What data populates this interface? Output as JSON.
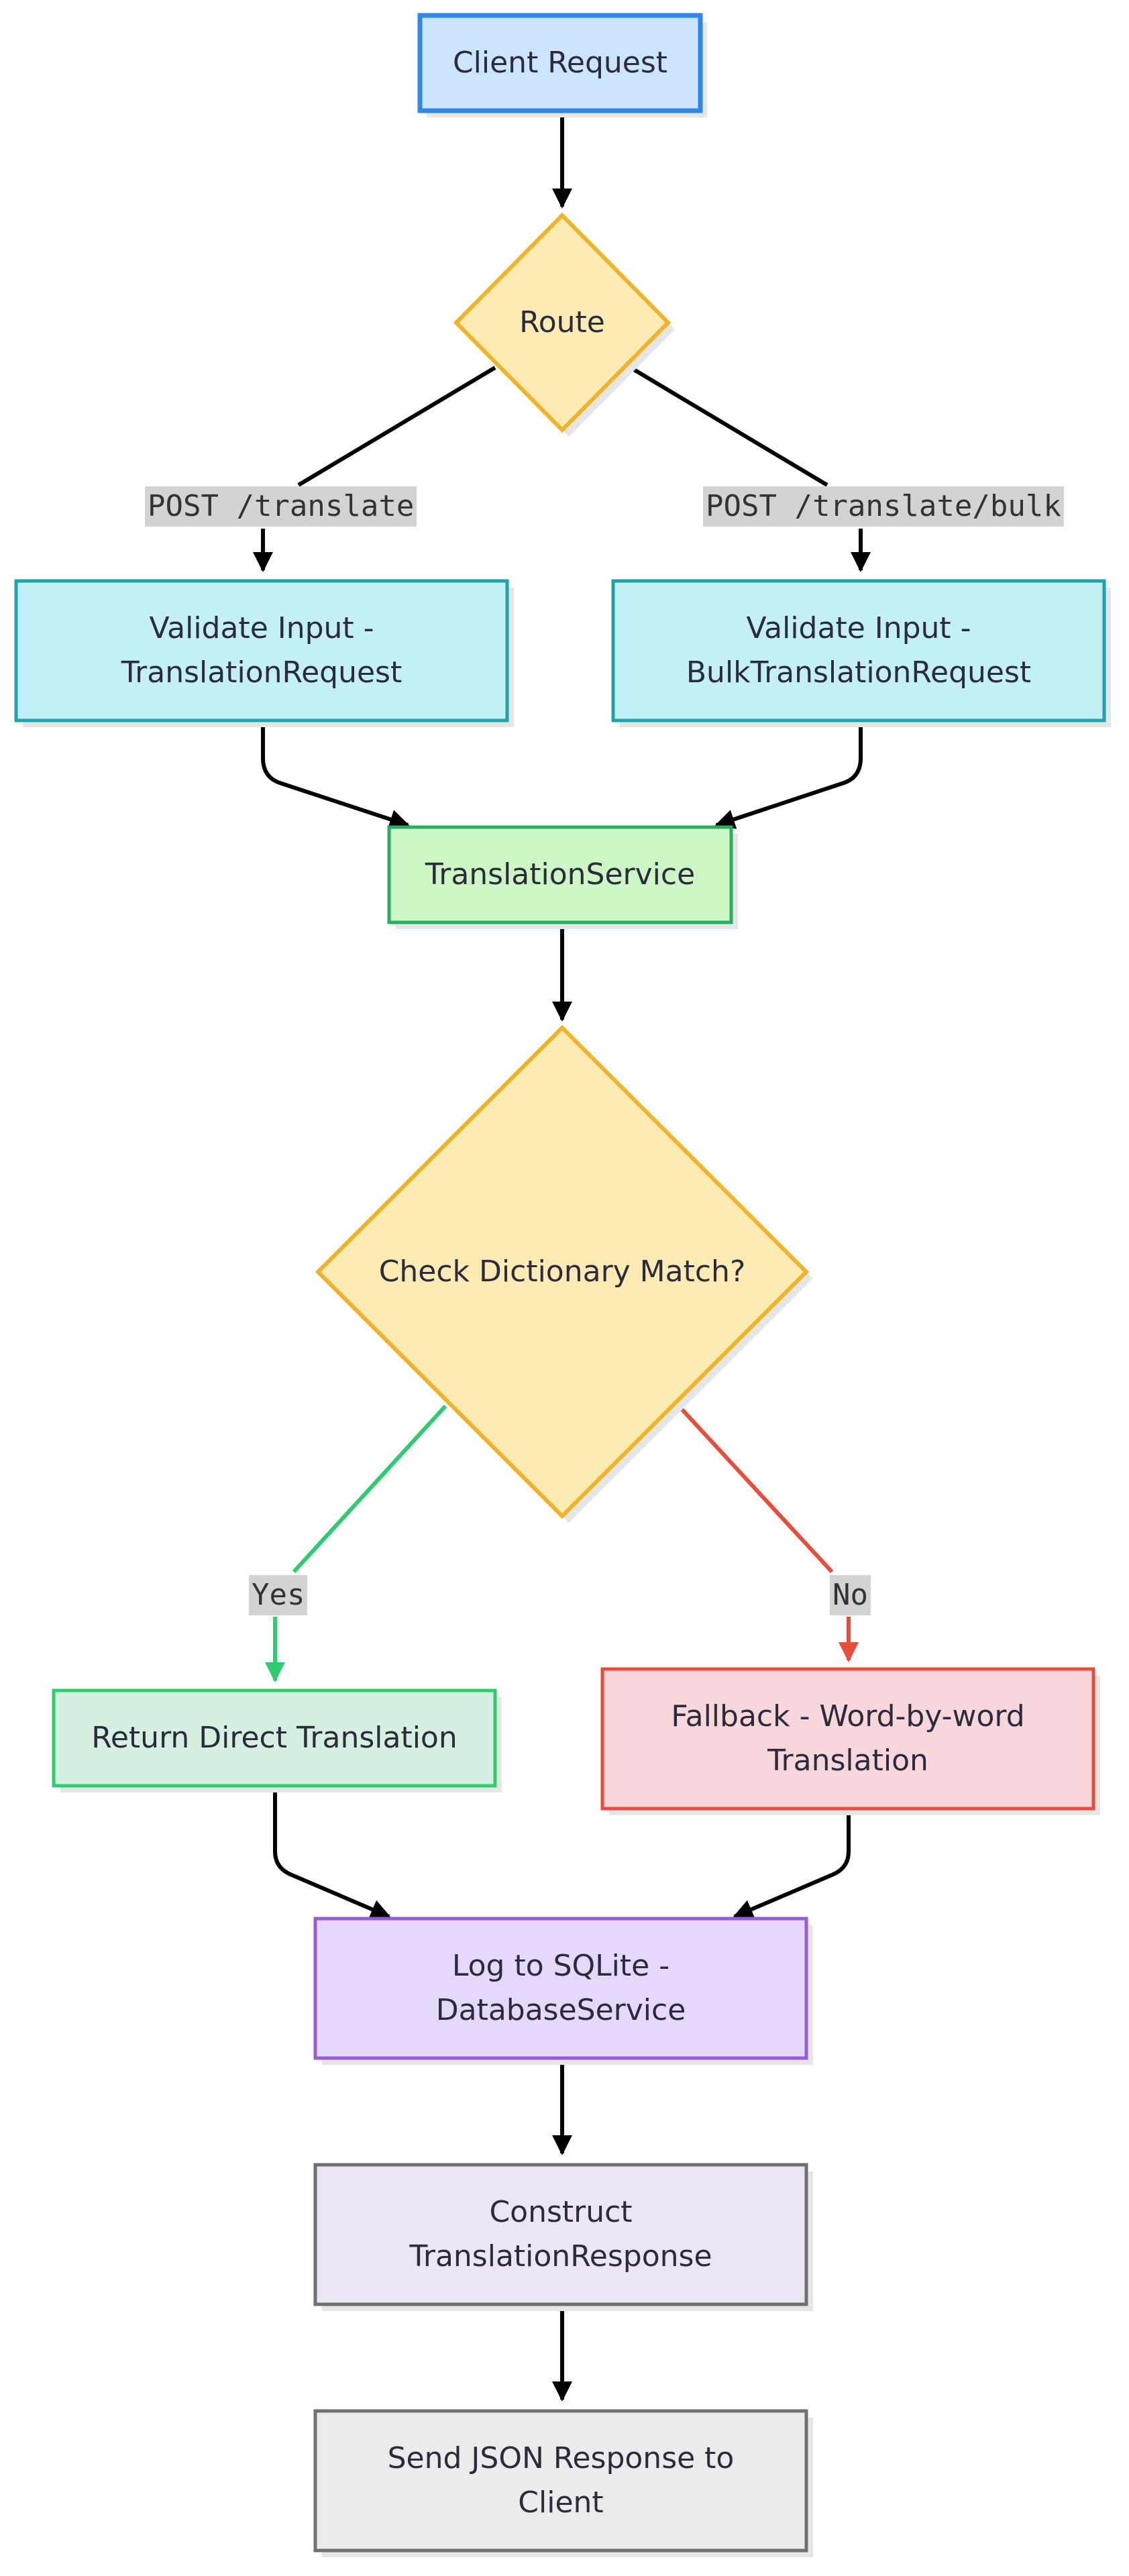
{
  "nodes": {
    "client_request": "Client Request",
    "route": "Route",
    "validate_single": "Validate Input - TranslationRequest",
    "validate_bulk": "Validate Input - BulkTranslationRequest",
    "translation_service": "TranslationService",
    "check_dictionary": "Check Dictionary Match?",
    "return_direct": "Return Direct Translation",
    "fallback": "Fallback - Word-by-word Translation",
    "log_sqlite": "Log to SQLite - DatabaseService",
    "construct_response": "Construct TranslationResponse",
    "send_json": "Send JSON Response to Client"
  },
  "edge_labels": {
    "post_translate": "POST /translate",
    "post_bulk": "POST /translate/bulk",
    "yes": "Yes",
    "no": "No"
  },
  "colors": {
    "client_request": {
      "fill": "#cce5ff",
      "stroke": "#2f86eb"
    },
    "decision": {
      "fill": "#fdebb3",
      "stroke": "#f0b429"
    },
    "validate": {
      "fill": "#c3f0f5",
      "stroke": "#1fa3aa"
    },
    "service": {
      "fill": "#ccf7c4",
      "stroke": "#27ae60"
    },
    "return_direct": {
      "fill": "#d5f0e0",
      "stroke": "#2ecc71"
    },
    "fallback": {
      "fill": "#f7d6dc",
      "stroke": "#e74c3c"
    },
    "log": {
      "fill": "#e6d8fc",
      "stroke": "#9b59d8"
    },
    "construct": {
      "fill": "#ece6f4",
      "stroke": "#6f6f6f"
    },
    "send": {
      "fill": "#ebebeb",
      "stroke": "#6f6f6f"
    },
    "edge_default": "#000000",
    "edge_yes": "#2ecc71",
    "edge_no": "#e74c3c",
    "edge_label_bg": "#d3d3d3"
  }
}
